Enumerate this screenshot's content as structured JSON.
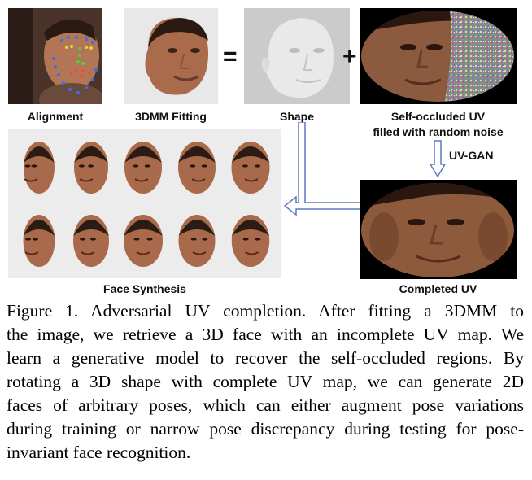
{
  "figure": {
    "labels": {
      "alignment": "Alignment",
      "fitting": "3DMM  Fitting",
      "shape": "Shape",
      "self_occluded_line1": "Self-occluded UV",
      "self_occluded_line2": "filled with random noise",
      "uv_gan": "UV-GAN",
      "face_synthesis": "Face Synthesis",
      "completed_uv": "Completed UV"
    },
    "operators": {
      "equals": "=",
      "plus": "+"
    }
  },
  "caption": {
    "lines": [
      "Figure 1. Adversarial UV completion.  After fitting a 3DMM to",
      "the image, we retrieve a 3D face with an incomplete UV map. We",
      "learn a generative model to recover the self-occluded regions. By",
      "rotating a 3D shape with complete UV map, we can generate 2D",
      "faces of arbitrary poses, which can either augment pose variations",
      "during training or narrow pose discrepancy during testing for pose-",
      "invariant face recognition."
    ]
  },
  "colors": {
    "arrow": "#5b7bbd",
    "panel_gray": "#ececec",
    "shape_gray": "#c8c8c8",
    "skin": "#a86a4a",
    "hair": "#2a1c14"
  }
}
